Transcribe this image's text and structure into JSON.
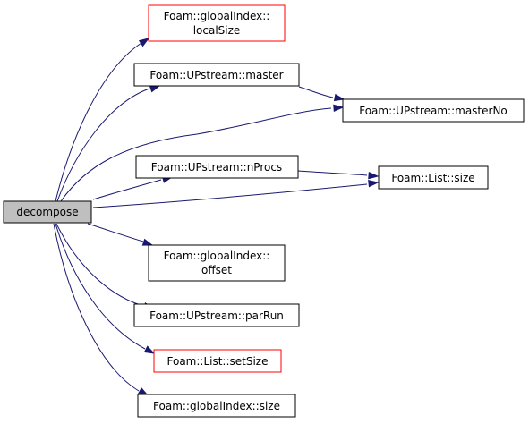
{
  "graph": {
    "colors": {
      "edge": "#191970",
      "root_fill": "#bfbfbf",
      "node_fill": "#ffffff",
      "node_border": "#000000",
      "truncated_border": "#ff0000"
    },
    "root": {
      "label": "decompose"
    },
    "nodes": [
      {
        "id": "localsize",
        "lines": [
          "Foam::globalIndex::",
          "localSize"
        ],
        "truncated": true
      },
      {
        "id": "master",
        "lines": [
          "Foam::UPstream::master"
        ],
        "truncated": false
      },
      {
        "id": "masterno",
        "lines": [
          "Foam::UPstream::masterNo"
        ],
        "truncated": false
      },
      {
        "id": "nprocs",
        "lines": [
          "Foam::UPstream::nProcs"
        ],
        "truncated": false
      },
      {
        "id": "listsize",
        "lines": [
          "Foam::List::size"
        ],
        "truncated": false
      },
      {
        "id": "offset",
        "lines": [
          "Foam::globalIndex::",
          "offset"
        ],
        "truncated": false
      },
      {
        "id": "parrun",
        "lines": [
          "Foam::UPstream::parRun"
        ],
        "truncated": false
      },
      {
        "id": "setsize",
        "lines": [
          "Foam::List::setSize"
        ],
        "truncated": true
      },
      {
        "id": "gisize",
        "lines": [
          "Foam::globalIndex::size"
        ],
        "truncated": false
      }
    ],
    "edges": [
      {
        "from": "decompose",
        "to": "localsize"
      },
      {
        "from": "decompose",
        "to": "master"
      },
      {
        "from": "decompose",
        "to": "masterno"
      },
      {
        "from": "decompose",
        "to": "nprocs"
      },
      {
        "from": "decompose",
        "to": "listsize"
      },
      {
        "from": "decompose",
        "to": "offset"
      },
      {
        "from": "decompose",
        "to": "parrun"
      },
      {
        "from": "decompose",
        "to": "setsize"
      },
      {
        "from": "decompose",
        "to": "gisize"
      },
      {
        "from": "master",
        "to": "masterno"
      },
      {
        "from": "nprocs",
        "to": "listsize"
      }
    ]
  }
}
